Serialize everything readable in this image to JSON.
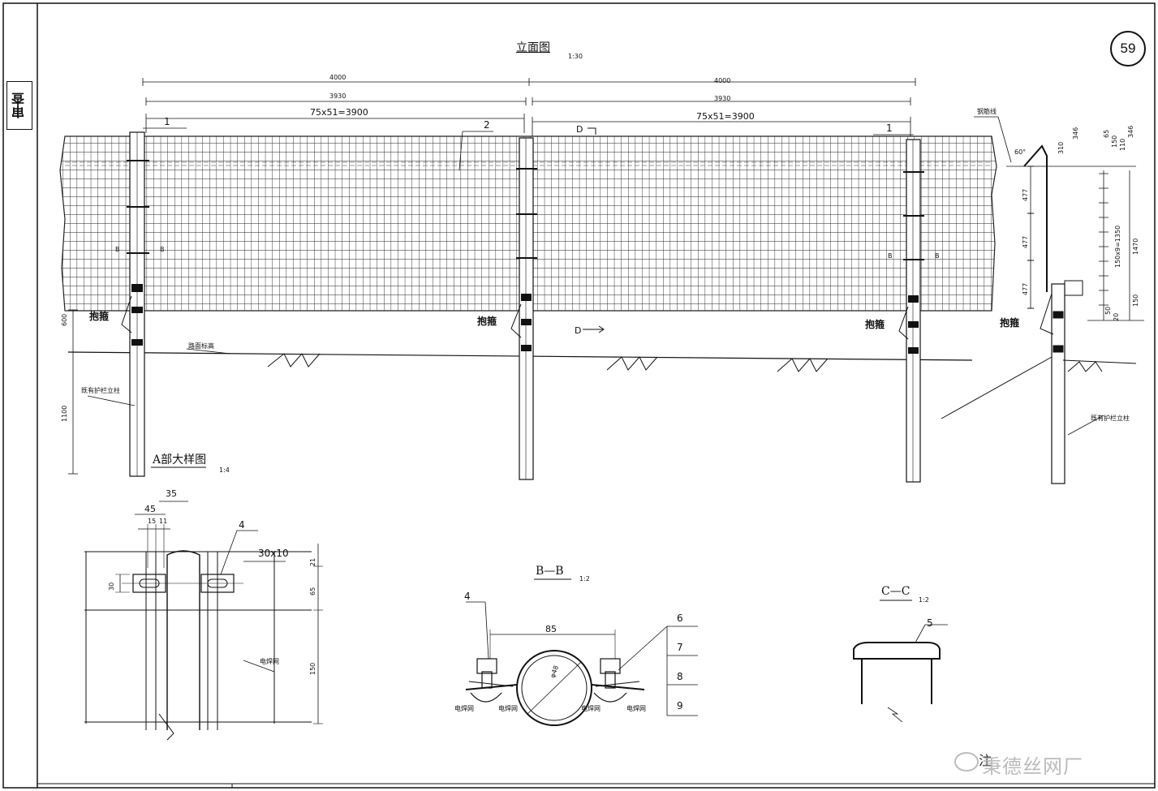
{
  "sheet": {
    "page_number": "59",
    "review_stamp": "审查",
    "note": "注",
    "watermark": "秉德丝网厂"
  },
  "elevation": {
    "title": "立面图",
    "scale": "1:30",
    "dim_total_left": "4000",
    "dim_total_right": "4000",
    "dim_post_left": "3930",
    "dim_post_right": "3930",
    "dim_mesh_left": "75x51=3900",
    "dim_mesh_right": "75x51=3900",
    "mark_1_left": "1",
    "mark_1_right": "1",
    "mark_2": "2",
    "mark_d_top": "D",
    "mark_d_bottom": "D",
    "mark_b": "B",
    "hoop_label": "抱箍",
    "road_label": "路面标高",
    "existing_post": "既有护栏立柱",
    "dim_600": "600",
    "dim_1100": "1100",
    "side_label": "钢筋线",
    "side_angle": "60°",
    "side_dims": [
      "346",
      "310",
      "477",
      "477",
      "477",
      "346",
      "65",
      "150",
      "110",
      "150x9=1350",
      "1470",
      "150",
      "50",
      "20"
    ]
  },
  "detail_a": {
    "title": "A部大样图",
    "scale": "1:4",
    "dim_35": "35",
    "dim_45": "45",
    "dim_15": "15",
    "dim_11": "11",
    "dim_30": "30",
    "slot": "30x10",
    "mark_4": "4",
    "dim_21": "21",
    "dim_65": "65",
    "dim_150": "150",
    "mesh_label": "电焊网"
  },
  "section_bb": {
    "title": "B—B",
    "scale": "1:2",
    "dim_85": "85",
    "mark_4": "4",
    "pipe": "φ48",
    "marks": [
      "6",
      "7",
      "8",
      "9"
    ],
    "mesh_label": "电焊网"
  },
  "section_cc": {
    "title": "C—C",
    "scale": "1:2",
    "mark_5": "5"
  }
}
